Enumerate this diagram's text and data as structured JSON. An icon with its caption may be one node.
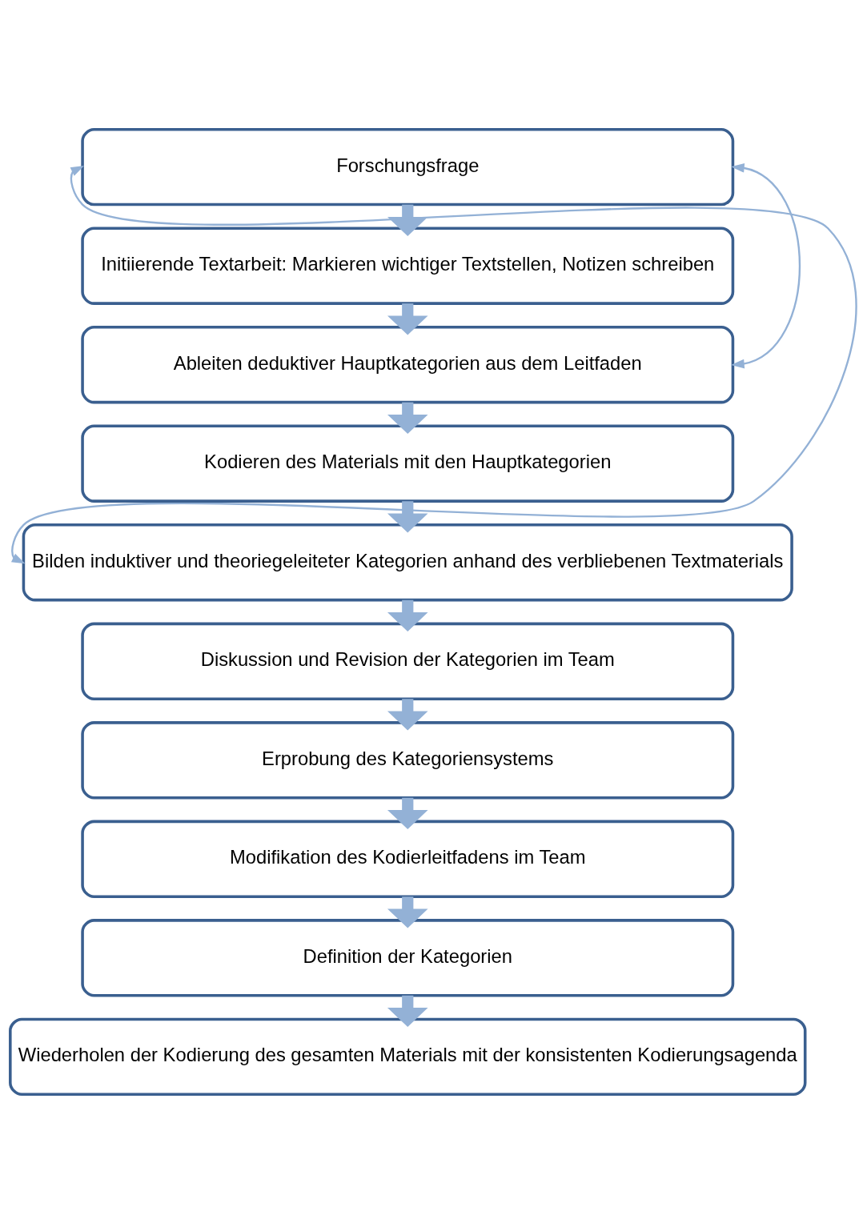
{
  "diagram": {
    "nodes": [
      {
        "text": [
          "Forschungsfrage"
        ]
      },
      {
        "text": [
          "Initiierende Textarbeit: Markieren wichtiger Textstellen, Notizen schreiben"
        ]
      },
      {
        "text": [
          "Ableiten deduktiver Hauptkategorien aus dem Leitfaden"
        ]
      },
      {
        "text": [
          "Kodieren des Materials mit den Hauptkategorien"
        ]
      },
      {
        "text": [
          "Bilden induktiver und theoriegeleiteter Kategorien anhand des verbliebenen Textmaterials"
        ]
      },
      {
        "text": [
          "Diskussion und Revision der Kategorien im Team"
        ]
      },
      {
        "text": [
          "Erprobung des Kategoriensystems"
        ]
      },
      {
        "text": [
          "Modifikation des Kodierleitfadens im Team"
        ]
      },
      {
        "text": [
          "Definition der Kategorien"
        ]
      },
      {
        "text": [
          "Wiederholen der Kodierung des gesamten Materials mit der konsistenten Kodierungsagenda"
        ]
      }
    ],
    "edges": [
      {
        "from": 0,
        "to": 1,
        "arrow": "to"
      },
      {
        "from": 1,
        "to": 2,
        "arrow": "to"
      },
      {
        "from": 2,
        "to": 3,
        "arrow": "to"
      },
      {
        "from": 3,
        "to": 4,
        "arrow": "to"
      },
      {
        "from": 4,
        "to": 5,
        "arrow": "to"
      },
      {
        "from": 5,
        "to": 6,
        "arrow": "to"
      },
      {
        "from": 6,
        "to": 7,
        "arrow": "to"
      },
      {
        "from": 7,
        "to": 8,
        "arrow": "to"
      },
      {
        "from": 8,
        "to": 9,
        "arrow": "to"
      },
      {
        "from": 0,
        "to": 4,
        "arrow": "both"
      },
      {
        "from": 0,
        "to": 2,
        "arrow": "both"
      }
    ]
  }
}
